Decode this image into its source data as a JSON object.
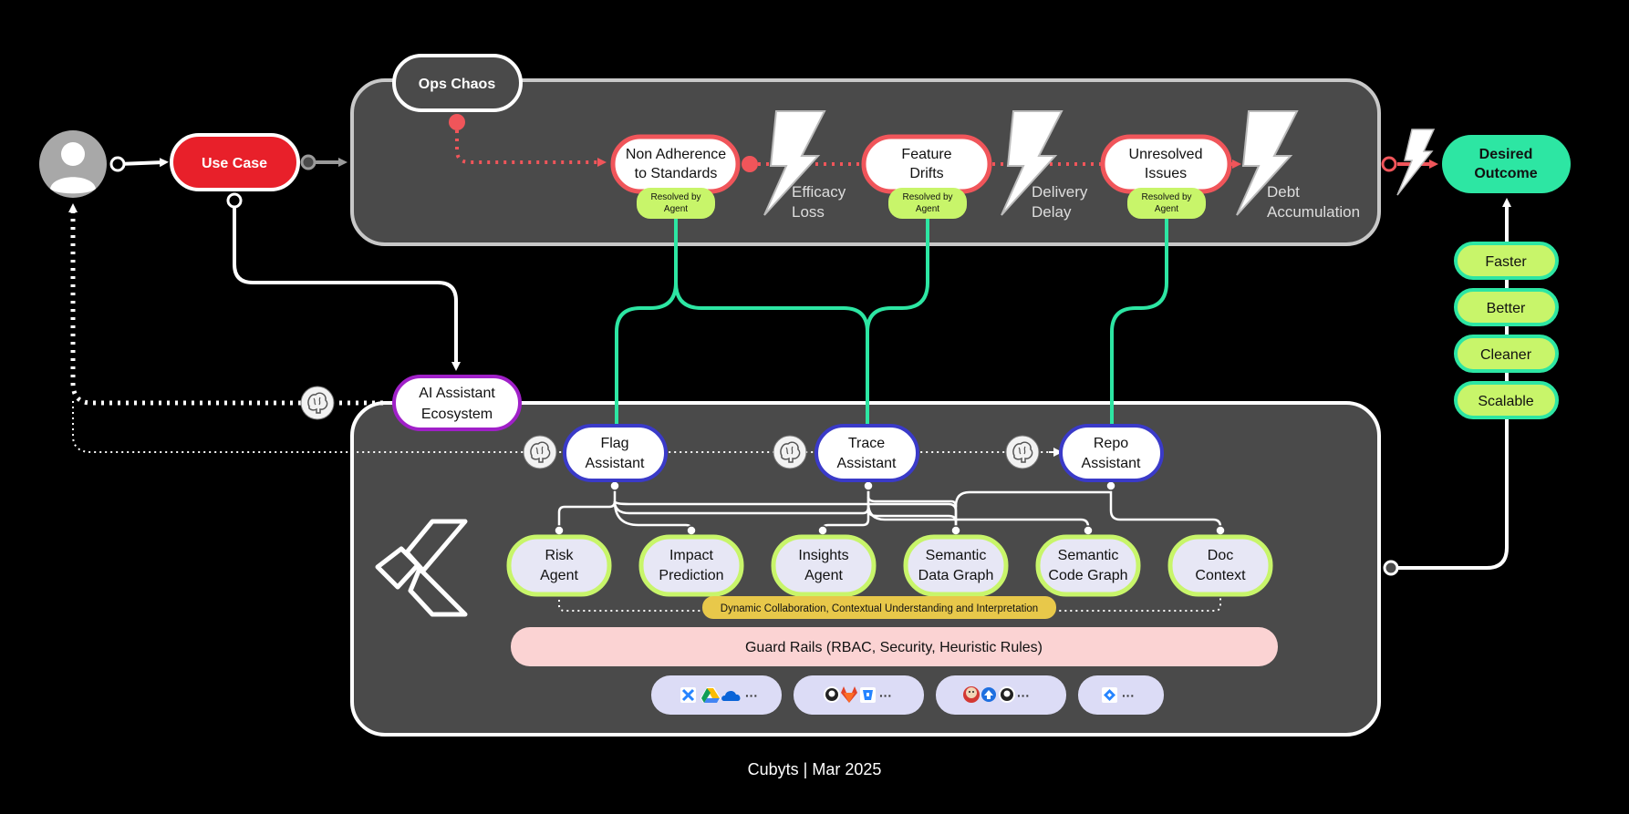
{
  "ops_chaos": {
    "label": "Ops Chaos"
  },
  "use_case": {
    "label": "Use Case"
  },
  "desired_outcome": {
    "label_line1": "Desired",
    "label_line2": "Outcome"
  },
  "issues": [
    {
      "line1": "Non Adherence",
      "line2": "to Standards",
      "badge1": "Resolved by",
      "badge2": "Agent",
      "impact1": "Efficacy",
      "impact2": "Loss"
    },
    {
      "line1": "Feature",
      "line2": "Drifts",
      "badge1": "Resolved by",
      "badge2": "Agent",
      "impact1": "Delivery",
      "impact2": "Delay"
    },
    {
      "line1": "Unresolved",
      "line2": "Issues",
      "badge1": "Resolved by",
      "badge2": "Agent",
      "impact1": "Debt",
      "impact2": "Accumulation"
    }
  ],
  "outcome_qualities": [
    "Faster",
    "Better",
    "Cleaner",
    "Scalable"
  ],
  "ecosystem": {
    "line1": "AI Assistant",
    "line2": "Ecosystem"
  },
  "assistants": [
    {
      "line1": "Flag",
      "line2": "Assistant"
    },
    {
      "line1": "Trace",
      "line2": "Assistant"
    },
    {
      "line1": "Repo",
      "line2": "Assistant"
    }
  ],
  "agents": [
    {
      "line1": "Risk",
      "line2": "Agent"
    },
    {
      "line1": "Impact",
      "line2": "Prediction"
    },
    {
      "line1": "Insights",
      "line2": "Agent"
    },
    {
      "line1": "Semantic",
      "line2": "Data Graph"
    },
    {
      "line1": "Semantic",
      "line2": "Code Graph"
    },
    {
      "line1": "Doc",
      "line2": "Context"
    }
  ],
  "collaboration": "Dynamic Collaboration, Contextual Understanding and Interpretation",
  "guard_rails": "Guard Rails (RBAC, Security, Heuristic Rules)",
  "integrations": [
    {
      "icons": [
        "confluence-icon",
        "google-drive-icon",
        "onedrive-icon"
      ],
      "more": "···"
    },
    {
      "icons": [
        "github-icon",
        "gitlab-icon",
        "bitbucket-icon"
      ],
      "more": "···"
    },
    {
      "icons": [
        "jenkins-icon",
        "argo-icon",
        "github-actions-icon"
      ],
      "more": "···"
    },
    {
      "icons": [
        "jira-icon"
      ],
      "more": "···"
    }
  ],
  "footer": "Cubyts | Mar 2025",
  "colors": {
    "background": "#000000",
    "panel": "#4a4a4a",
    "red": "#f0555a",
    "use_case": "#e8202a",
    "teal": "#2de6a3",
    "lime": "#c8f56a",
    "purple": "#a020c8",
    "indigo": "#3a3ac8",
    "guard_rails": "#fbd3d3",
    "collab": "#e8c84a",
    "integration": "#dcdcf6"
  }
}
